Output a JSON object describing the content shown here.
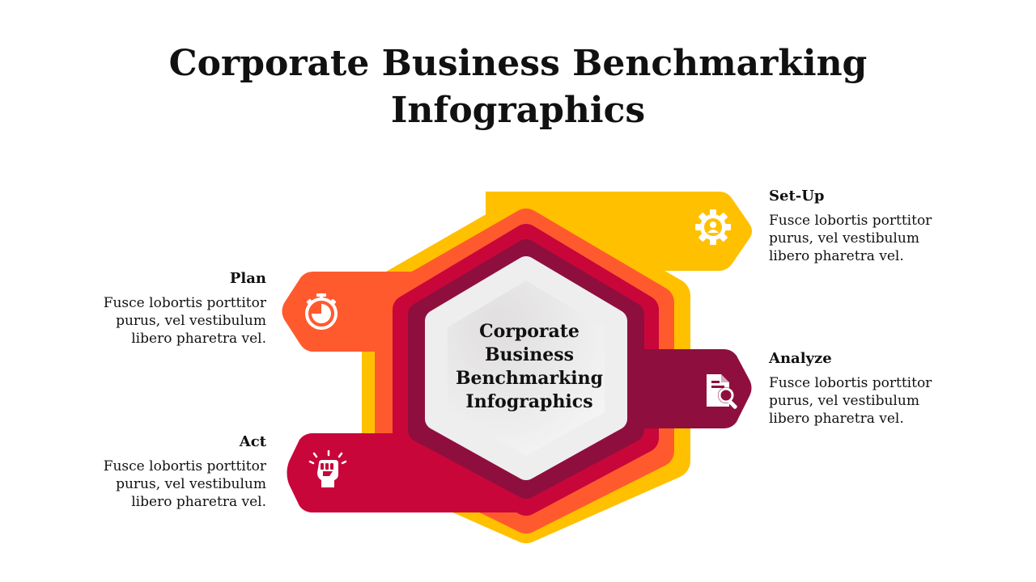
{
  "title": {
    "line1": "Corporate Business Benchmarking",
    "line2": "Infographics"
  },
  "center": {
    "lines": [
      "Corporate",
      "Business",
      "Benchmarking",
      "Infographics"
    ]
  },
  "colors": {
    "setup": "#FFC000",
    "plan": "#FF5A2E",
    "act": "#C8063A",
    "analyze": "#8E0F3E"
  },
  "steps": [
    {
      "key": "setup",
      "heading": "Set-Up",
      "text": "Fusce lobortis porttitor purus, vel vestibulum libero pharetra vel.",
      "icon": "gear-person-icon"
    },
    {
      "key": "plan",
      "heading": "Plan",
      "text": "Fusce lobortis porttitor purus, vel vestibulum libero pharetra vel.",
      "icon": "stopwatch-icon"
    },
    {
      "key": "analyze",
      "heading": "Analyze",
      "text": "Fusce lobortis porttitor purus, vel vestibulum libero pharetra vel.",
      "icon": "document-search-icon"
    },
    {
      "key": "act",
      "heading": "Act",
      "text": "Fusce lobortis porttitor purus, vel vestibulum libero pharetra vel.",
      "icon": "raised-fist-icon"
    }
  ]
}
